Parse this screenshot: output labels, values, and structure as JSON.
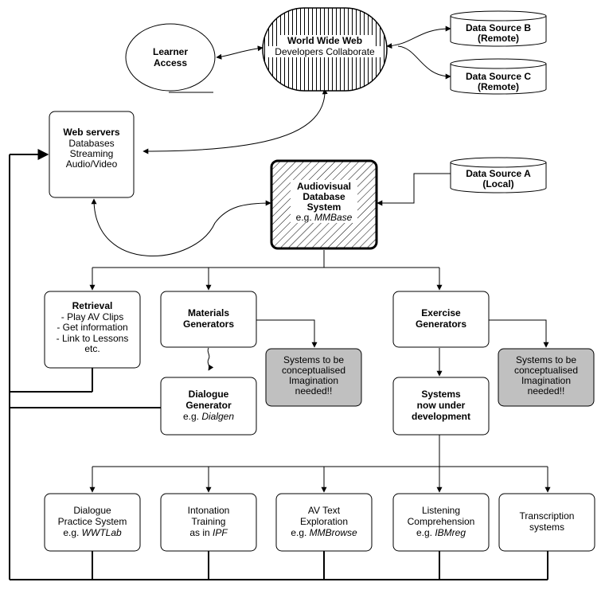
{
  "learner": {
    "line1": "Learner",
    "line2": "Access"
  },
  "www": {
    "title": "World Wide Web",
    "subtitle": "Developers Collaborate"
  },
  "source_b": {
    "line1": "Data Source B",
    "line2": "(Remote)"
  },
  "source_c": {
    "line1": "Data Source C",
    "line2": "(Remote)"
  },
  "source_a": {
    "line1": "Data Source A",
    "line2": "(Local)"
  },
  "web_servers": {
    "title": "Web servers",
    "lines": [
      "Databases",
      "Streaming",
      "Audio/Video"
    ]
  },
  "av_db": {
    "line1": "Audiovisual",
    "line2": "Database",
    "line3": "System",
    "eg_prefix": "e.g. ",
    "eg_name": "MMBase"
  },
  "retrieval": {
    "title": "Retrieval",
    "lines": [
      "- Play AV Clips",
      "- Get information",
      "- Link to Lessons",
      "etc."
    ]
  },
  "materials": {
    "line1": "Materials",
    "line2": "Generators"
  },
  "materials_todo": {
    "lines": [
      "Systems to be",
      "conceptualised",
      "Imagination",
      "needed!!"
    ]
  },
  "exercise": {
    "line1": "Exercise",
    "line2": "Generators"
  },
  "exercise_todo": {
    "lines": [
      "Systems to be",
      "conceptualised",
      "Imagination",
      "needed!!"
    ]
  },
  "dialogue_gen": {
    "line1": "Dialogue",
    "line2": "Generator",
    "eg_prefix": "e.g. ",
    "eg_name": "Dialgen"
  },
  "dev_systems": {
    "line1": "Systems",
    "line2": "now under",
    "line3": "development"
  },
  "bottom_boxes": [
    {
      "line1": "Dialogue",
      "line2": "Practice System",
      "eg_prefix": "e.g. ",
      "eg_name": "WWTLab"
    },
    {
      "line1": "Intonation",
      "line2": "Training",
      "eg_prefix": "as in ",
      "eg_name": "IPF"
    },
    {
      "line1": "AV Text",
      "line2": "Exploration",
      "eg_prefix": "e.g. ",
      "eg_name": "MMBrowse"
    },
    {
      "line1": "Listening",
      "line2": "Comprehension",
      "eg_prefix": "e.g. ",
      "eg_name": "IBMreg"
    },
    {
      "line1": "Transcription",
      "line2": "systems",
      "eg_prefix": "",
      "eg_name": ""
    }
  ],
  "colors": {
    "line": "#000000",
    "box_fill": "#ffffff",
    "todo_fill": "#c0c0c0"
  }
}
